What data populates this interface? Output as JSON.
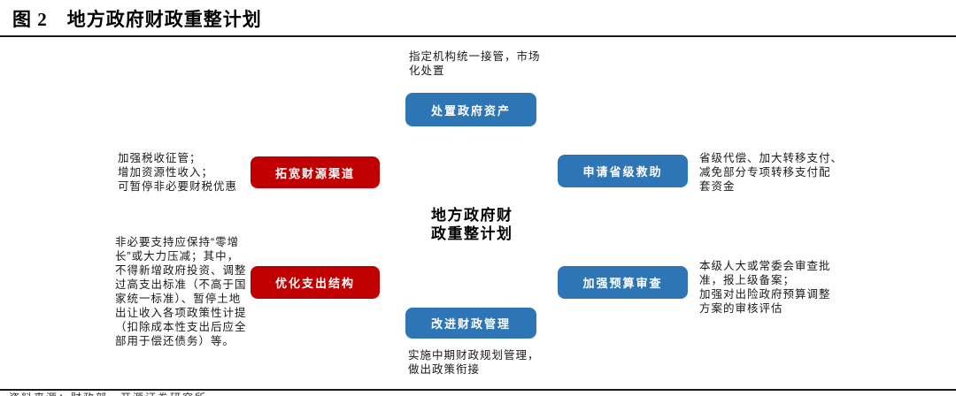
{
  "figure": {
    "label": "图 2",
    "title": "地方政府财政重整计划"
  },
  "center": {
    "title": "地方政府财\n政重整计划"
  },
  "nodes": {
    "dispose_assets": {
      "label": "处置政府资产",
      "color": "#2E75B6",
      "note": "指定机构统一接管，市场\n化处置"
    },
    "expand_revenue": {
      "label": "拓宽财源渠道",
      "color": "#C00000",
      "note": "加强税收征管；\n增加资源性收入；\n可暂停非必要财税优惠"
    },
    "apply_provincial_aid": {
      "label": "申请省级救助",
      "color": "#2E75B6",
      "note": "省级代偿、加大转移支付、\n减免部分专项转移支付配\n套资金"
    },
    "optimize_spending": {
      "label": "优化支出结构",
      "color": "#C00000",
      "note": "非必要支持应保持“零增\n长”或大力压减；其中，\n不得新增政府投资、调整\n过高支出标准（不高于国\n家统一标准）、暂停土地\n出让收入各项政策性计提\n（扣除成本性支出后应全\n部用于偿还债务）等。"
    },
    "strengthen_budget_review": {
      "label": "加强预算审查",
      "color": "#2E75B6",
      "note": "本级人大或常委会审查批\n准，报上级备案；\n加强对出险政府预算调整\n方案的审核评估"
    },
    "improve_fiscal_mgmt": {
      "label": "改进财政管理",
      "color": "#2E75B6",
      "note": "实施中期财政规划管理，\n做出政策衔接"
    }
  },
  "footer": {
    "source_clipped": "资料来源：财政部，开源证券研究所"
  },
  "colors": {
    "red": "#C00000",
    "blue": "#2E75B6",
    "rule": "#1A1A1A"
  }
}
